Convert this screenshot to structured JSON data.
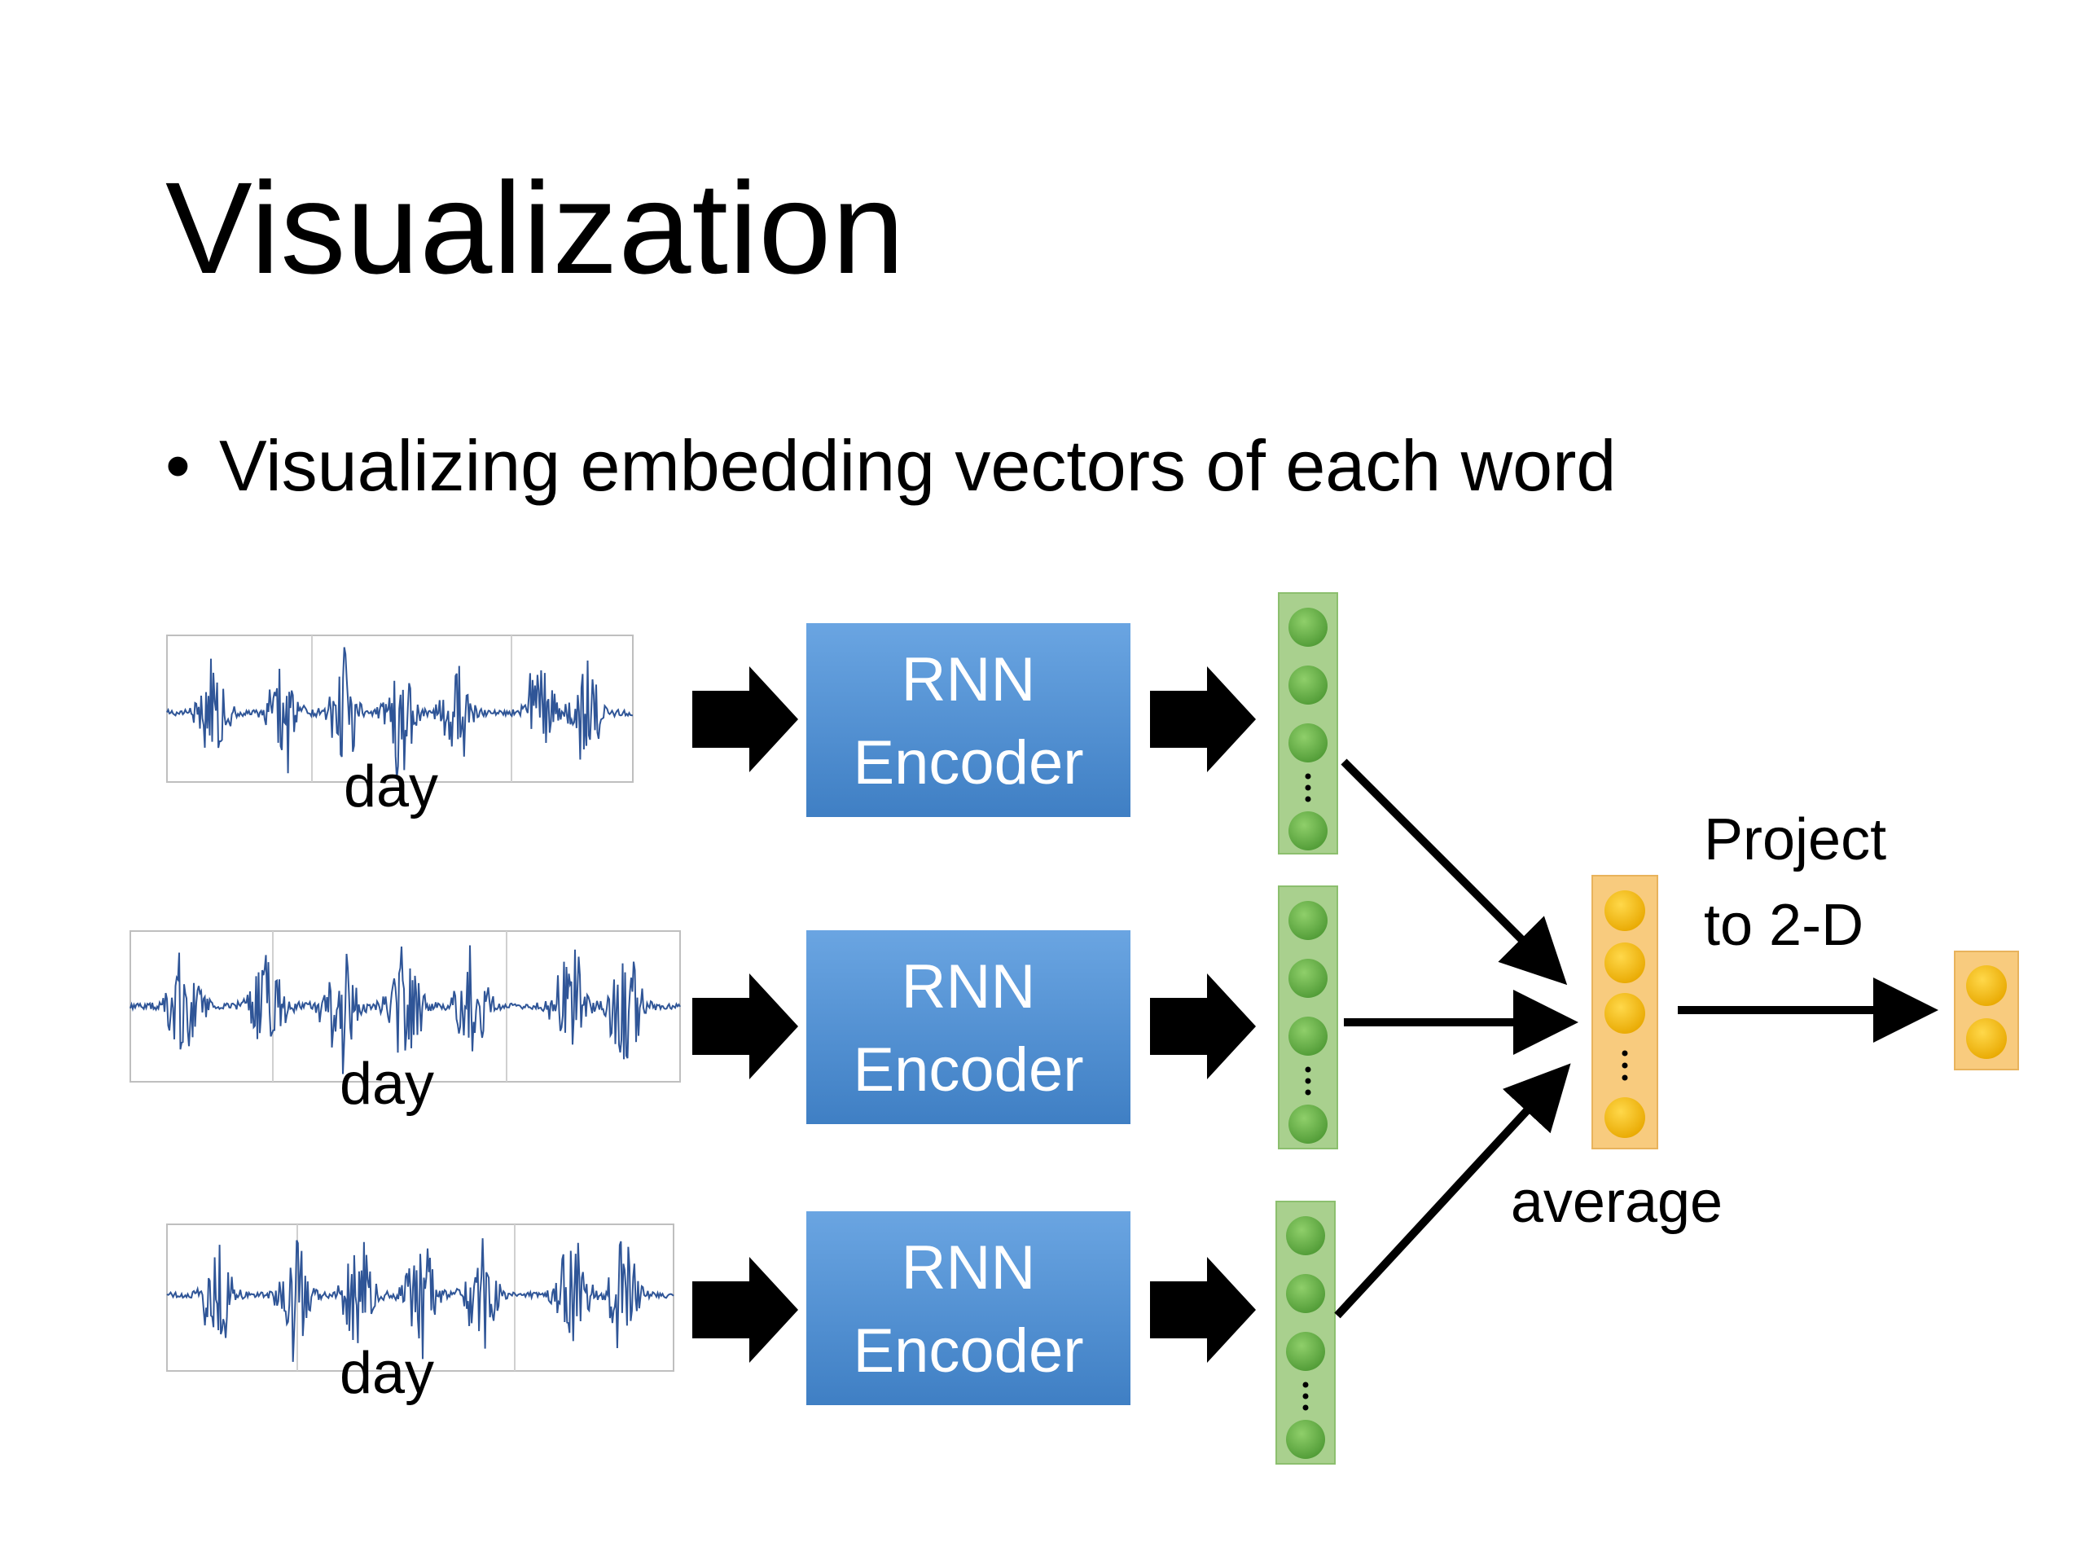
{
  "slide": {
    "title": "Visualization",
    "bullet": "Visualizing embedding vectors of each word"
  },
  "rows": [
    {
      "word_label": "day",
      "encoder_line1": "RNN",
      "encoder_line2": "Encoder"
    },
    {
      "word_label": "day",
      "encoder_line1": "RNN",
      "encoder_line2": "Encoder"
    },
    {
      "word_label": "day",
      "encoder_line1": "RNN",
      "encoder_line2": "Encoder"
    }
  ],
  "labels": {
    "project_line1": "Project",
    "project_line2": "to 2-D",
    "average": "average"
  },
  "colors": {
    "encoder_fill": "#4a8fd6",
    "green_bg": "#a9d08e",
    "green_dot": "#6ab04c",
    "yellow_bg": "#f8cb7e",
    "yellow_dot": "#ffc000",
    "waveform": "#2f5597"
  }
}
